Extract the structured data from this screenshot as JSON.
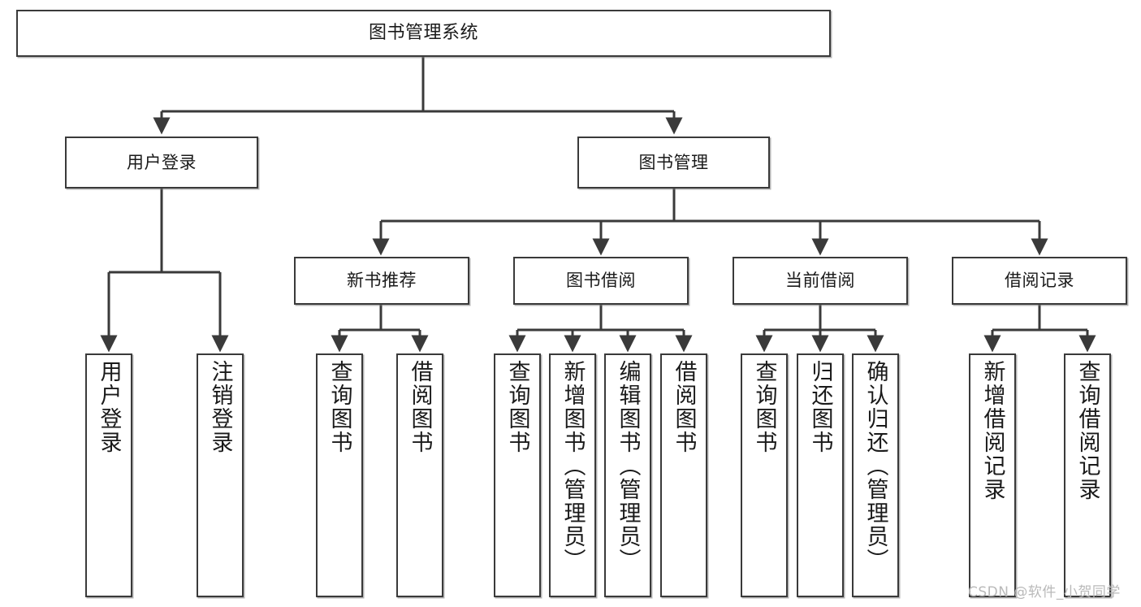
{
  "diagram": {
    "title": "图书管理系统",
    "type": "tree-hierarchy-diagram",
    "root": {
      "label": "图书管理系统"
    },
    "level2": [
      {
        "label": "用户登录"
      },
      {
        "label": "图书管理"
      }
    ],
    "level3": [
      {
        "label": "新书推荐"
      },
      {
        "label": "图书借阅"
      },
      {
        "label": "当前借阅"
      },
      {
        "label": "借阅记录"
      }
    ],
    "leaves": {
      "user_login": [
        {
          "label": "用户登录"
        },
        {
          "label": "注销登录"
        }
      ],
      "new_book_recommend": [
        {
          "label": "查询图书"
        },
        {
          "label": "借阅图书"
        }
      ],
      "book_borrow": [
        {
          "label": "查询图书"
        },
        {
          "label": "新增图书（管理员）"
        },
        {
          "label": "编辑图书（管理员）"
        },
        {
          "label": "借阅图书"
        }
      ],
      "current_borrow": [
        {
          "label": "查询图书"
        },
        {
          "label": "归还图书"
        },
        {
          "label": "确认归还（管理员）"
        }
      ],
      "borrow_record": [
        {
          "label": "新增借阅记录"
        },
        {
          "label": "查询借阅记录"
        }
      ]
    }
  },
  "watermark": {
    "text": "CSDN @软件_小贺同学"
  },
  "colors": {
    "border": "#3a3a3a",
    "background": "#ffffff",
    "text": "#1a1a1a",
    "edge": "#3a3a3a",
    "watermark": "#b9b9b9"
  }
}
